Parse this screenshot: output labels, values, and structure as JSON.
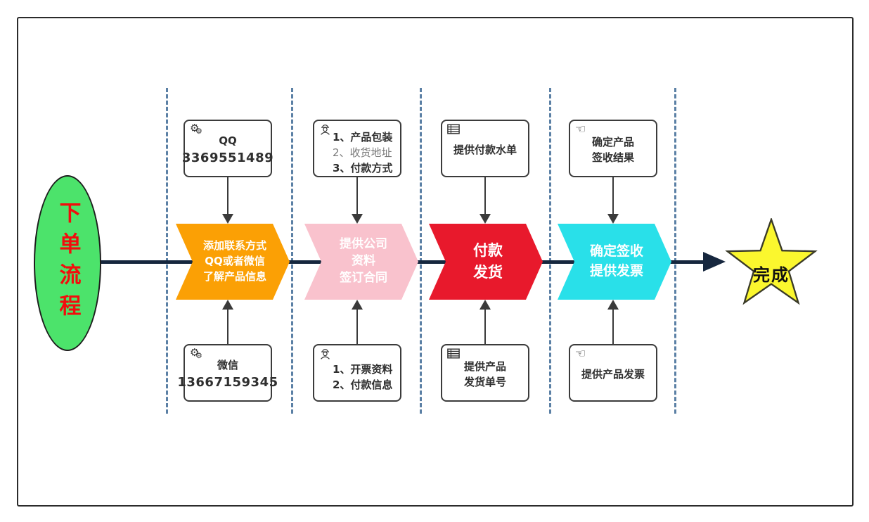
{
  "diagram": {
    "start": {
      "label": "下单流程",
      "fill": "#4ce36b",
      "text_color": "#f20d0d"
    },
    "end": {
      "label": "完成",
      "fill": "#fbf72e",
      "border": "#3a3a28"
    },
    "colors": {
      "main_line": "#16273e",
      "dashed_guides": "#5b80a5",
      "box_border": "#3b3b3b",
      "frame_border": "#2b2b2b",
      "connector": "#3a3a3a"
    },
    "stages": [
      {
        "chevron": {
          "lines": [
            "添加联系方式",
            "QQ或者微信",
            "了解产品信息"
          ],
          "fill": "#fba005"
        },
        "top_box": {
          "icon": "gears-icon",
          "lines": [
            "QQ",
            "3369551489"
          ]
        },
        "bottom_box": {
          "icon": "gears-icon",
          "lines": [
            "微信",
            "13667159345"
          ]
        }
      },
      {
        "chevron": {
          "lines": [
            "提供公司",
            "资料",
            "签订合同"
          ],
          "fill": "#f9c2cd"
        },
        "top_box": {
          "icon": "worker-icon",
          "lines": [
            "1、产品包装",
            "2、收货地址",
            "3、付款方式"
          ]
        },
        "bottom_box": {
          "icon": "worker-icon",
          "lines": [
            "1、开票资料",
            "2、付款信息"
          ]
        }
      },
      {
        "chevron": {
          "lines": [
            "付款",
            "发货"
          ],
          "fill": "#e8192c"
        },
        "top_box": {
          "icon": "table-icon",
          "lines": [
            "提供付款水单"
          ]
        },
        "bottom_box": {
          "icon": "table-icon",
          "lines": [
            "提供产品",
            "发货单号"
          ]
        }
      },
      {
        "chevron": {
          "lines": [
            "确定签收",
            "提供发票"
          ],
          "fill": "#29e0e9"
        },
        "top_box": {
          "icon": "pointing-hand-icon",
          "lines": [
            "确定产品",
            "签收结果"
          ]
        },
        "bottom_box": {
          "icon": "pointing-hand-icon",
          "lines": [
            "提供产品发票"
          ]
        }
      }
    ]
  }
}
